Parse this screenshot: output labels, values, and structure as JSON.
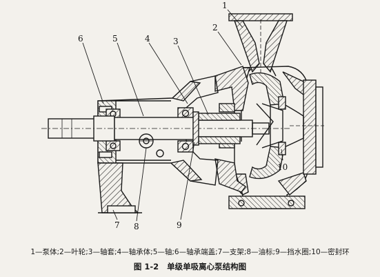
{
  "callouts": [
    "1",
    "2",
    "3",
    "4",
    "5",
    "6",
    "7",
    "8",
    "9",
    "10"
  ],
  "legend": "1—泵体;2—叶轮;3—轴套;4—轴承体;5—轴;6—轴承端盖;7—支架;8—油标;9—挡水圈;10—密封环",
  "figure": {
    "number": "图 1-2",
    "title": "单级单吸离心泵结构图"
  },
  "colors": {
    "paper": "#f3f1ec",
    "ink": "#1a1a1a"
  }
}
